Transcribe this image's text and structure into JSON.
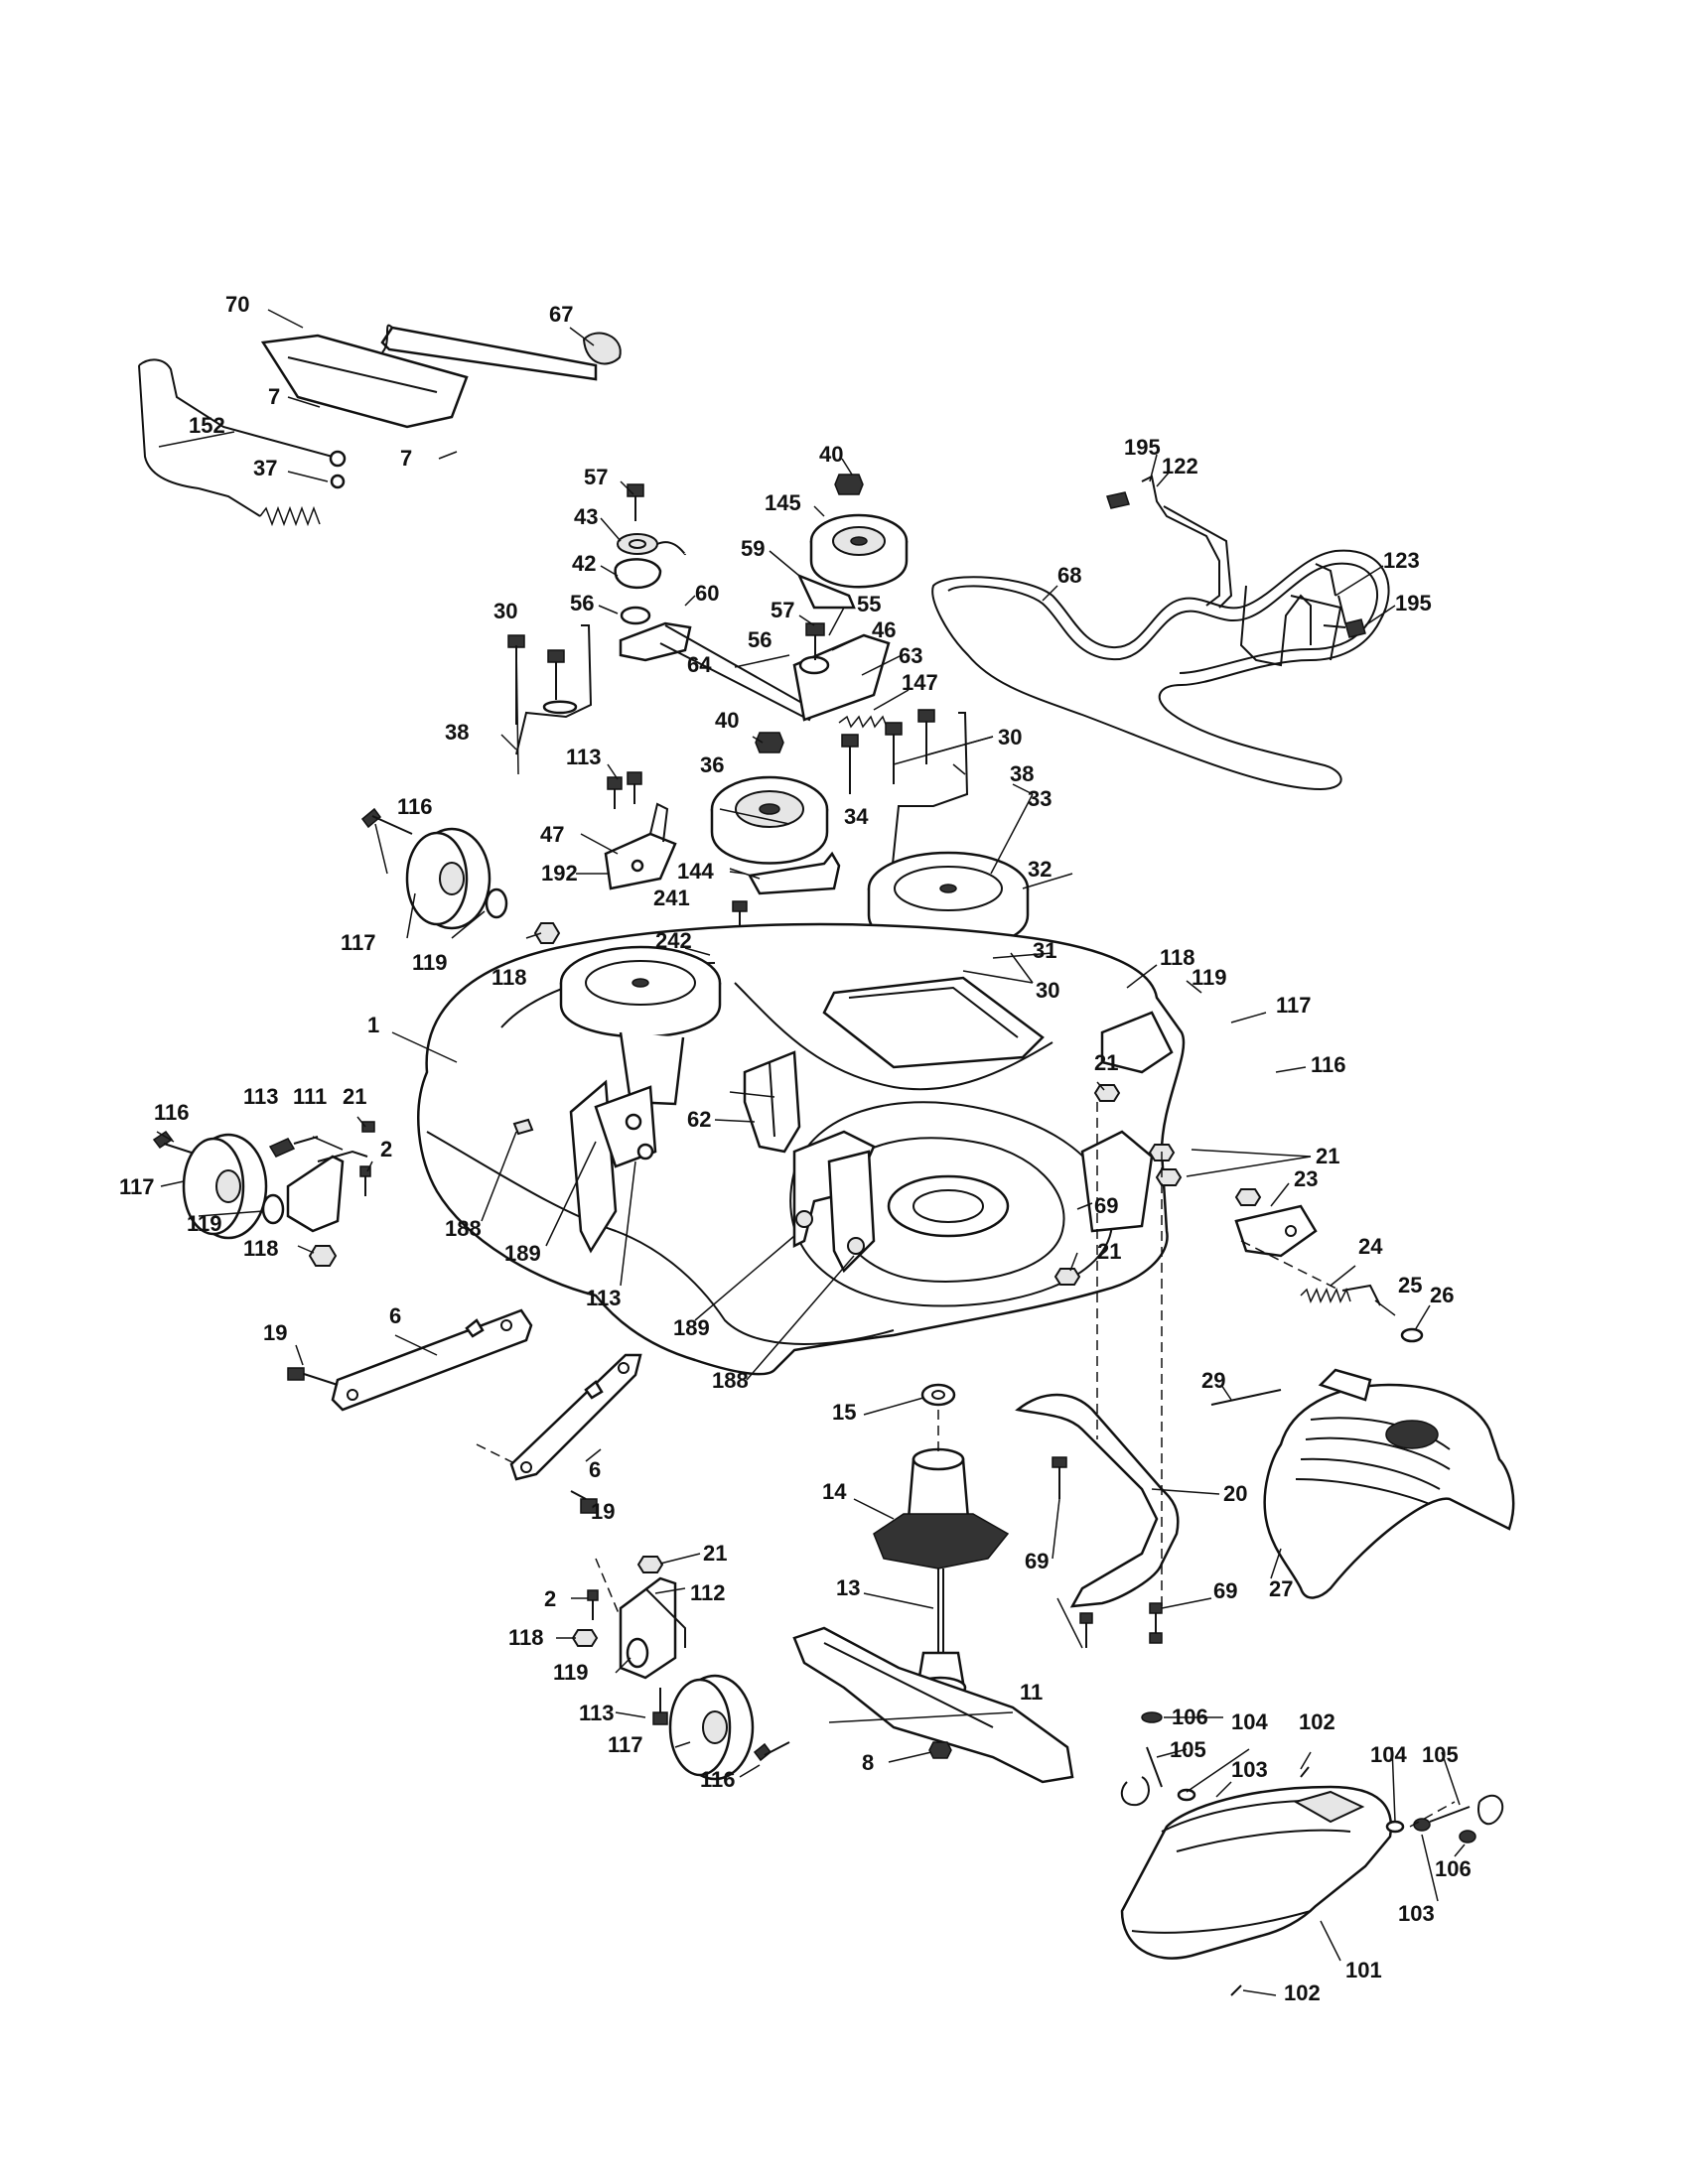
{
  "diagram": {
    "callouts": [
      "70",
      "67",
      "7",
      "7",
      "152",
      "37",
      "57",
      "43",
      "42",
      "56",
      "60",
      "40",
      "145",
      "59",
      "57",
      "55",
      "56",
      "46",
      "64",
      "63",
      "147",
      "195",
      "122",
      "68",
      "123",
      "195",
      "30",
      "38",
      "113",
      "116",
      "47",
      "192",
      "40",
      "36",
      "30",
      "38",
      "34",
      "33",
      "144",
      "32",
      "241",
      "242",
      "117",
      "119",
      "118",
      "31",
      "30",
      "118",
      "119",
      "117",
      "1",
      "21",
      "116",
      "62",
      "113",
      "111",
      "21",
      "2",
      "116",
      "117",
      "119",
      "118",
      "188",
      "189",
      "113",
      "21",
      "69",
      "23",
      "24",
      "21",
      "25",
      "26",
      "19",
      "6",
      "189",
      "188",
      "6",
      "19",
      "15",
      "29",
      "14",
      "20",
      "69",
      "69",
      "27",
      "21",
      "112",
      "2",
      "13",
      "118",
      "119",
      "11",
      "113",
      "117",
      "116",
      "8",
      "106",
      "104",
      "102",
      "105",
      "103",
      "104",
      "105",
      "106",
      "103",
      "102",
      "101"
    ]
  }
}
